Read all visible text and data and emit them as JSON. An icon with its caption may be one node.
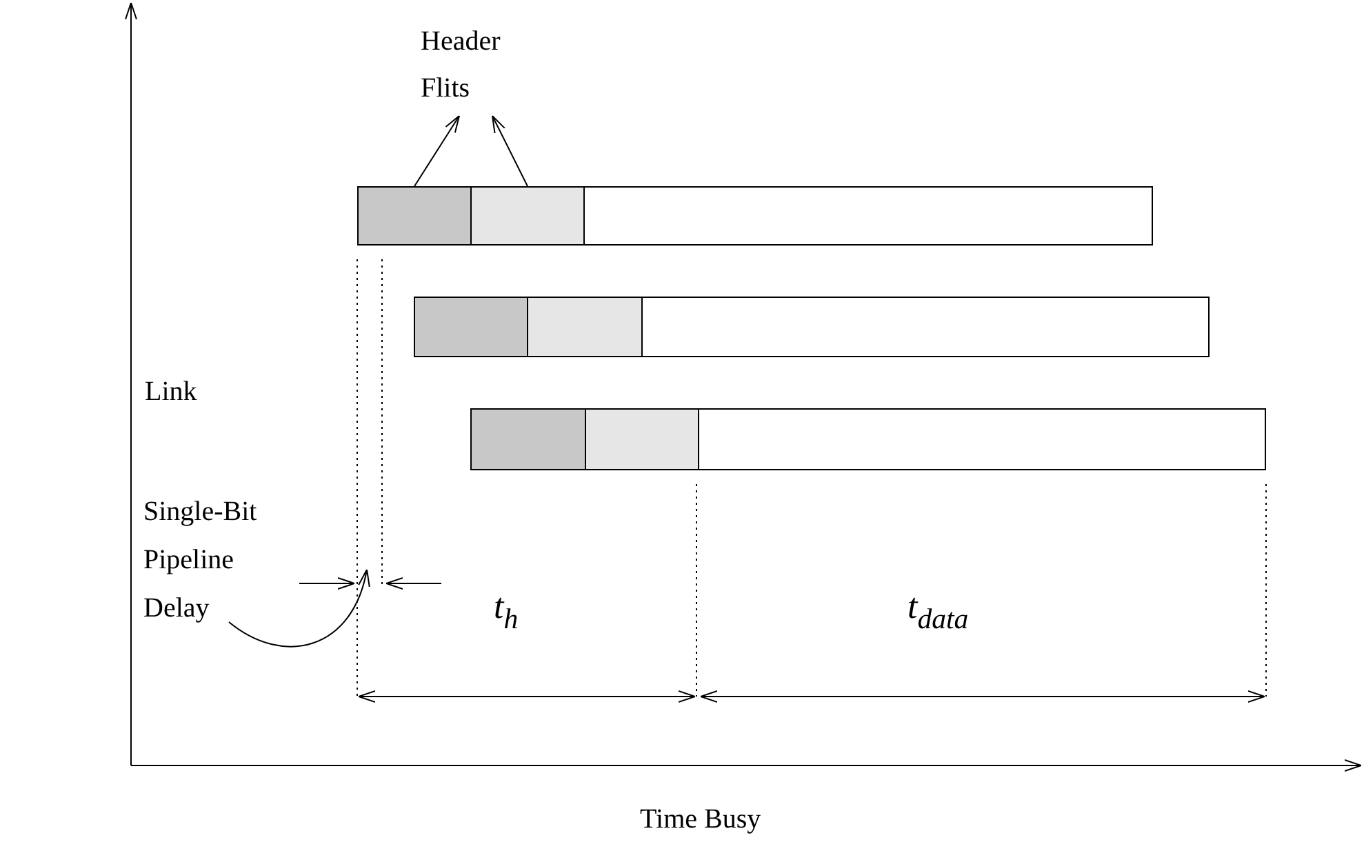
{
  "diagram": {
    "nodes": [
      {
        "text": [
          "Header Flits"
        ]
      },
      {
        "text": [],
        "shape": "box"
      },
      {
        "text": [],
        "shape": "box"
      },
      {
        "text": [],
        "shape": "box"
      },
      {
        "text": [],
        "shape": "box"
      },
      {
        "text": [],
        "shape": "box"
      },
      {
        "text": [],
        "shape": "box"
      },
      {
        "text": [],
        "shape": "box"
      },
      {
        "text": [],
        "shape": "box"
      },
      {
        "text": [],
        "shape": "box"
      },
      {
        "text": [
          "Single-Bit Pipeline Delay"
        ]
      }
    ],
    "edges": [
      {
        "from": 1,
        "to": 0,
        "arrow": "to"
      },
      {
        "from": 2,
        "to": 0,
        "arrow": "to"
      },
      {
        "from": 10,
        "to": null,
        "arrow": "to"
      }
    ],
    "labels": [
      "Link",
      "t$_{h}$",
      "t$_{data}$",
      "Time Busy"
    ]
  }
}
